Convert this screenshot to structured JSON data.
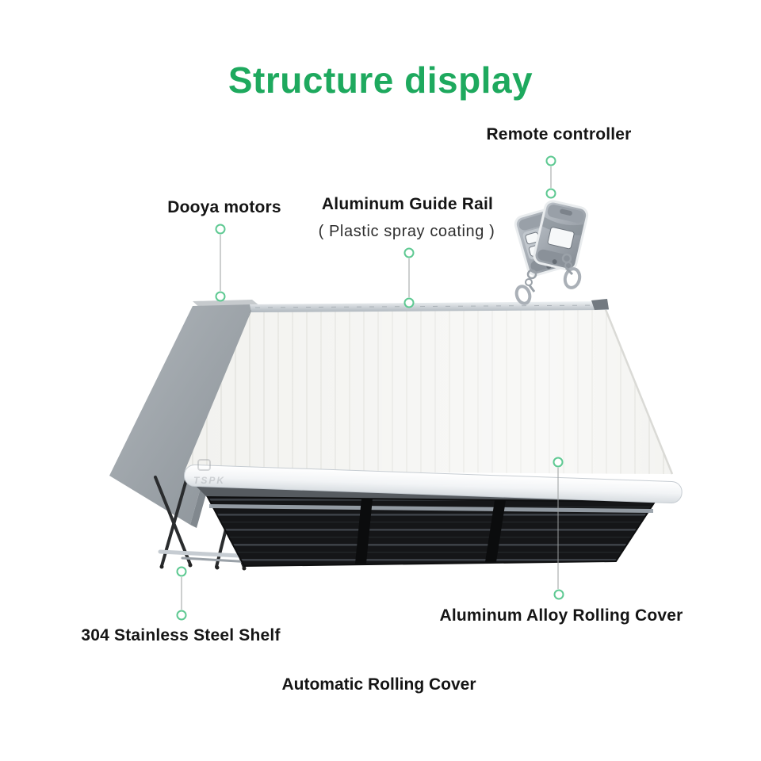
{
  "title": {
    "text": "Structure display"
  },
  "annotations": {
    "remote_controller": {
      "label": "Remote controller"
    },
    "dooya_motors": {
      "label": "Dooya motors"
    },
    "aluminum_guide_rail": {
      "label": "Aluminum Guide Rail",
      "sublabel": "( Plastic spray coating )"
    },
    "aluminum_alloy_rolling_cover": {
      "label": "Aluminum Alloy Rolling Cover"
    },
    "stainless_steel_shelf": {
      "label": "304 Stainless Steel Shelf"
    }
  },
  "caption": {
    "text": "Automatic Rolling Cover"
  },
  "watermark": {
    "text": "TSPK"
  },
  "colors": {
    "accent_green": "#1ea95e",
    "connector_ring_green": "#5ec992",
    "connector_line_gray": "#9b9f9f",
    "label_text": "#151515",
    "motor_box_gray": "#9aa1a7",
    "cover_white": "#f2f2ef",
    "frame_dark": "#17181a"
  }
}
